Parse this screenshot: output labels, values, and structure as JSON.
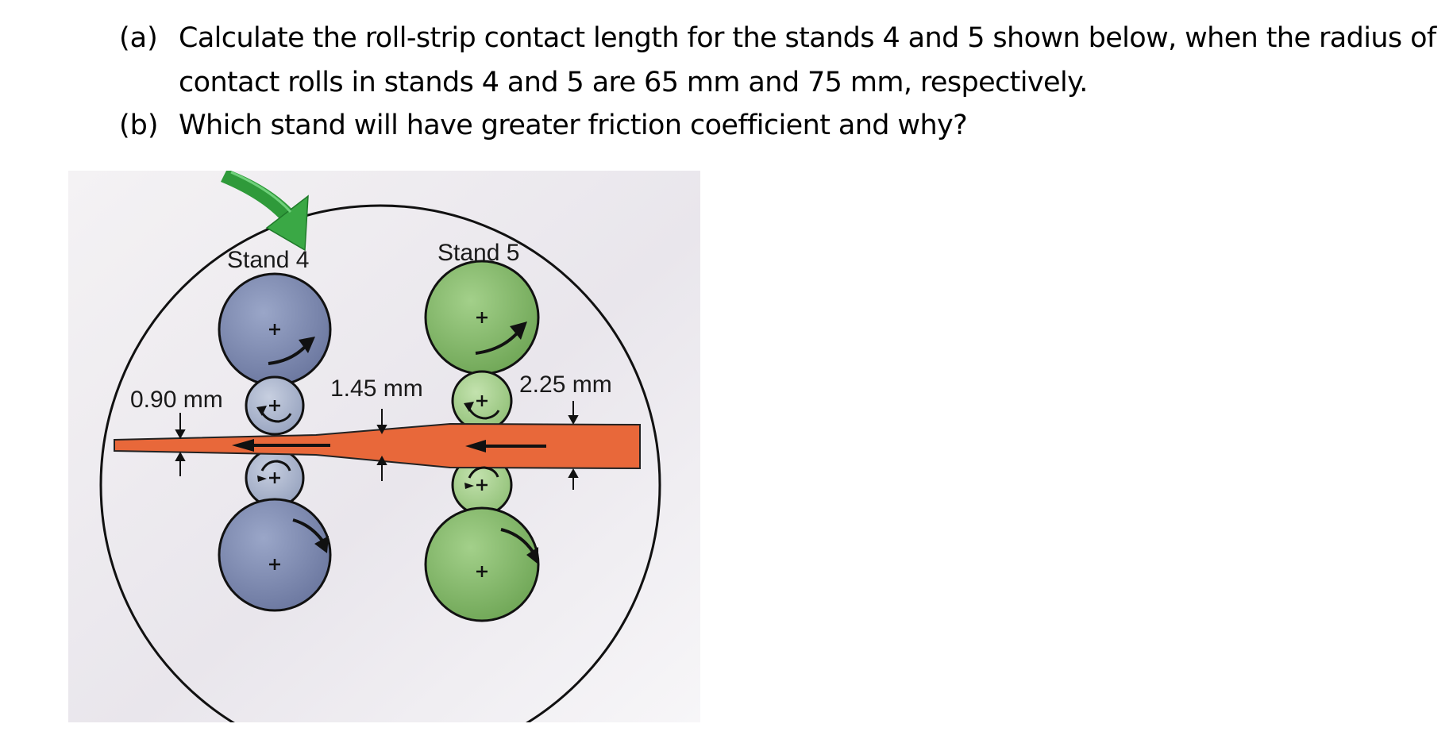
{
  "question": {
    "part_a": {
      "label": "(a)",
      "text": "Calculate the roll-strip contact length for the stands 4 and 5 shown below, when the radius of contact rolls in stands 4 and 5 are 65 mm and 75 mm, respectively."
    },
    "part_b": {
      "label": "(b)",
      "text": "Which stand will have greater friction coefficient and why?"
    }
  },
  "diagram": {
    "stand4_label": "Stand 4",
    "stand5_label": "Stand 5",
    "thickness_exit": "0.90 mm",
    "thickness_middle": "1.45 mm",
    "thickness_entry": "2.25 mm",
    "colors": {
      "stand4_roll": "#7d89b0",
      "stand4_work_roll": "#aab4cc",
      "stand5_roll": "#86b86c",
      "stand5_work_roll": "#a9cf92",
      "strip": "#e8683a",
      "arrow_green": "#2f9a3a"
    }
  }
}
